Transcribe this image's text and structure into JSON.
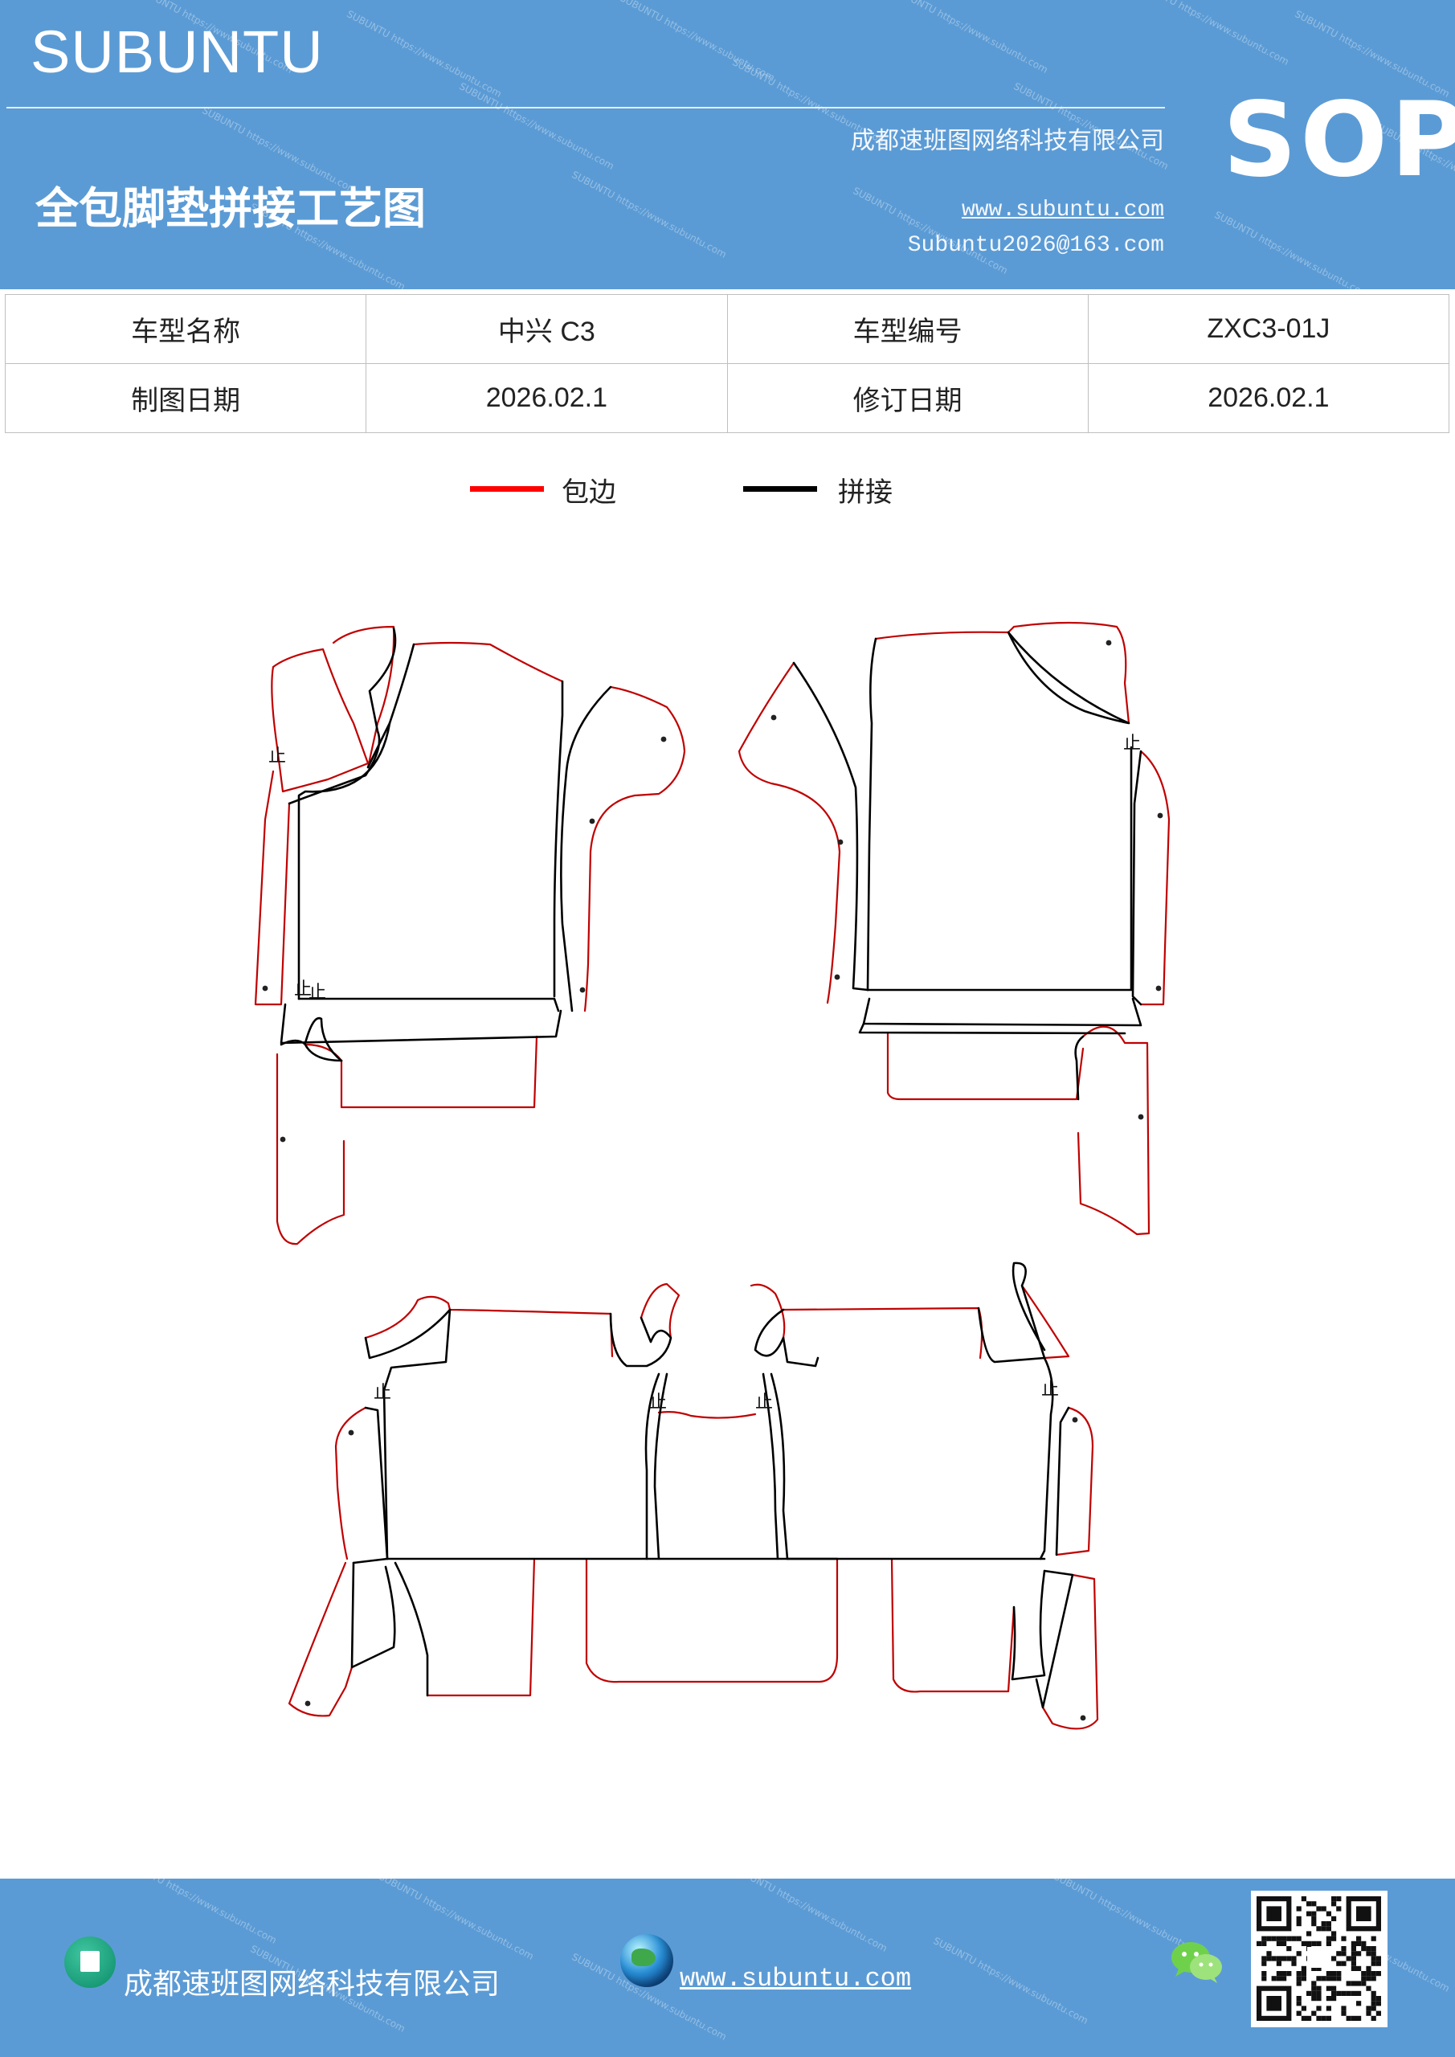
{
  "header": {
    "brand": "SUBUNTU",
    "company": "成都速班图网络科技有限公司",
    "title": "全包脚垫拼接工艺图",
    "website": "www.subuntu.com",
    "email": "Subuntu2026@163.com",
    "badge": "SOP"
  },
  "info_table": {
    "rows": [
      [
        {
          "label": "车型名称",
          "value": "中兴 C3"
        },
        {
          "label": "车型编号",
          "value": "ZXC3-01J"
        }
      ],
      [
        {
          "label": "制图日期",
          "value": "2026.02.1"
        },
        {
          "label": "修订日期",
          "value": "2026.02.1"
        }
      ]
    ]
  },
  "legend": [
    {
      "label": "包边",
      "color": "#ff0000"
    },
    {
      "label": "拼接",
      "color": "#000000"
    }
  ],
  "diagram": {
    "edge_color": "#c00000",
    "seam_color": "#000000",
    "marker_text": "止"
  },
  "footer": {
    "company": "成都速班图网络科技有限公司",
    "website": "www.subuntu.com",
    "icons": [
      "building-icon",
      "globe-icon",
      "wechat-icon",
      "qr-code"
    ]
  }
}
